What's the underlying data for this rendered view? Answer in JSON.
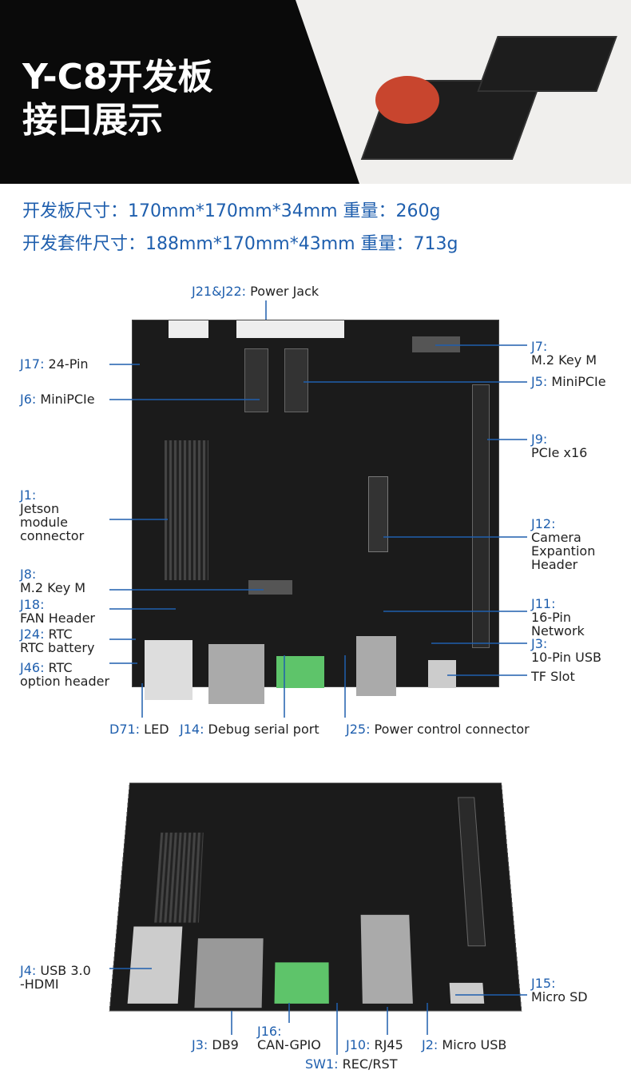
{
  "header": {
    "title": "Y-C8开发板\n接口展示"
  },
  "specs": [
    "开发板尺寸：170mm*170mm*34mm  重量：260g",
    "开发套件尺寸：188mm*170mm*43mm  重量：713g"
  ],
  "top_board_labels": [
    {
      "code": "J21&J22:",
      "text": " Power Jack"
    },
    {
      "code": "J17:",
      "text": " 24-Pin"
    },
    {
      "code": "J6:",
      "text": " MiniPCIe"
    },
    {
      "code": "J1:",
      "text": "\nJetson\nmodule\nconnector"
    },
    {
      "code": "J8:",
      "text": "\nM.2 Key M"
    },
    {
      "code": "J18:",
      "text": "\nFAN Header"
    },
    {
      "code": "J24:",
      "text": " RTC\nRTC battery"
    },
    {
      "code": "J46:",
      "text": " RTC\noption header"
    },
    {
      "code": "J7:",
      "text": "\nM.2 Key M"
    },
    {
      "code": "J5:",
      "text": " MiniPCIe"
    },
    {
      "code": "J9:",
      "text": "\nPCIe x16"
    },
    {
      "code": "J12:",
      "text": "\nCamera\nExpantion\nHeader"
    },
    {
      "code": "J11:",
      "text": "\n16-Pin\nNetwork"
    },
    {
      "code": "J3:",
      "text": "\n10-Pin USB"
    },
    {
      "code": "",
      "text": "TF Slot"
    },
    {
      "code": "D71:",
      "text": " LED"
    },
    {
      "code": "J14:",
      "text": " Debug serial port"
    },
    {
      "code": "J25:",
      "text": " Power control connector"
    }
  ],
  "bottom_board_labels": [
    {
      "code": "J4:",
      "text": " USB 3.0\n-HDMI"
    },
    {
      "code": "J15:",
      "text": "\nMicro SD"
    },
    {
      "code": "J3:",
      "text": " DB9"
    },
    {
      "code": "J16:",
      "text": "\nCAN-GPIO"
    },
    {
      "code": "J10:",
      "text": " RJ45"
    },
    {
      "code": "J2:",
      "text": " Micro USB"
    },
    {
      "code": "SW1:",
      "text": " REC/RST"
    }
  ],
  "colors": {
    "accent": "#1f5fae",
    "board": "#1b1b1b"
  }
}
